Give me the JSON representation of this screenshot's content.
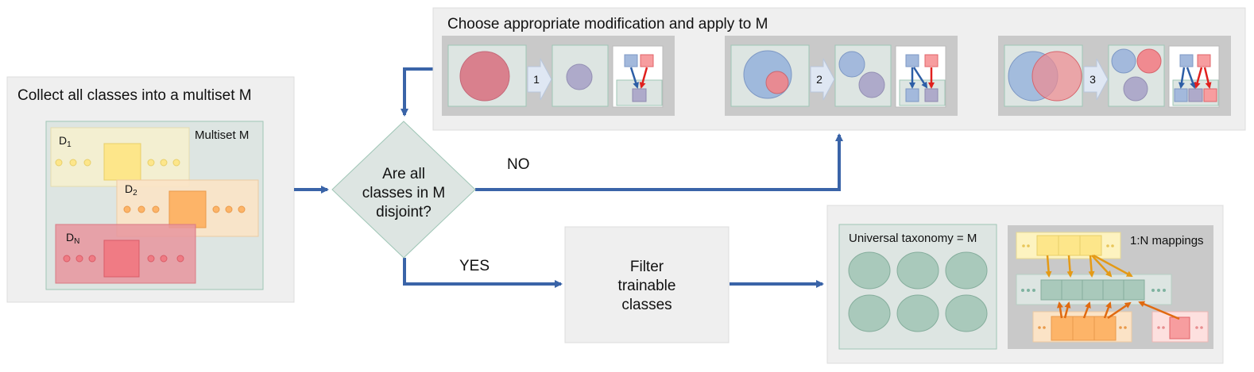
{
  "collect": {
    "title": "Collect all classes into a multiset M",
    "multiset_label": "Multiset M",
    "datasets": [
      {
        "name": "D",
        "sub": "1"
      },
      {
        "name": "D",
        "sub": "2"
      },
      {
        "name": "D",
        "sub": "N"
      }
    ]
  },
  "decision": {
    "line1": "Are all",
    "line2": "classes in M",
    "line3": "disjoint?"
  },
  "branches": {
    "no": "NO",
    "yes": "YES"
  },
  "modify": {
    "title": "Choose appropriate modification and apply to M",
    "steps": [
      "1",
      "2",
      "3"
    ]
  },
  "filter": {
    "line1": "Filter",
    "line2": "trainable",
    "line3": "classes"
  },
  "result": {
    "taxonomy_label": "Universal taxonomy = M",
    "mappings_label": "1:N mappings"
  },
  "colors": {
    "arrow": "#3a64a8",
    "panel": "#efefef",
    "inner": "#c9c9c9",
    "teal_box": "#dde5e2",
    "yellow": "#fde68a",
    "orange": "#fdb468",
    "red": "#f08a90",
    "blue_circle": "#9fb9dc",
    "purple": "#aeaaca",
    "mapping_arrow": "#e09a1a"
  }
}
